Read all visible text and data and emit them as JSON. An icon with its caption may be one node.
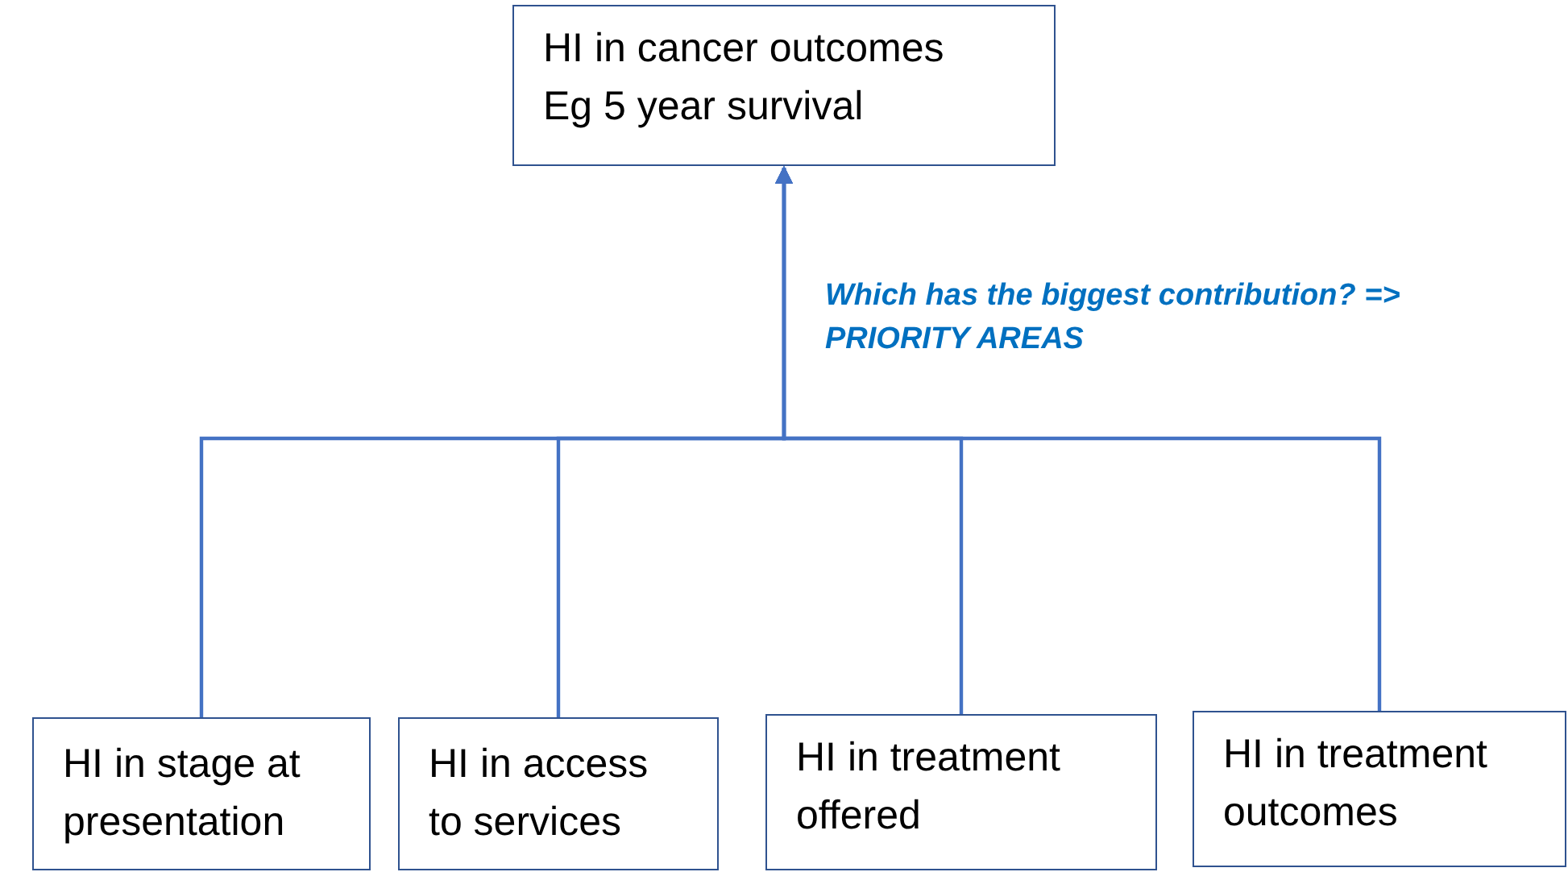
{
  "diagram": {
    "nodes": [
      {
        "text": [
          "HI in cancer outcomes",
          "Eg 5 year survival"
        ]
      },
      {
        "text": [
          "HI in stage at presentation"
        ]
      },
      {
        "text": [
          "HI in access to services"
        ]
      },
      {
        "text": [
          "HI in treatment offered"
        ]
      },
      {
        "text": [
          "HI in treatment outcomes"
        ]
      }
    ],
    "edges": [
      {
        "from": 1,
        "to": 0,
        "arrow": "to"
      },
      {
        "from": 2,
        "to": 0,
        "arrow": "to"
      },
      {
        "from": 3,
        "to": 0,
        "arrow": "to"
      },
      {
        "from": 4,
        "to": 0,
        "arrow": "to"
      }
    ],
    "labels": [
      "Which has the biggest contribution? => PRIORITY AREAS"
    ]
  }
}
